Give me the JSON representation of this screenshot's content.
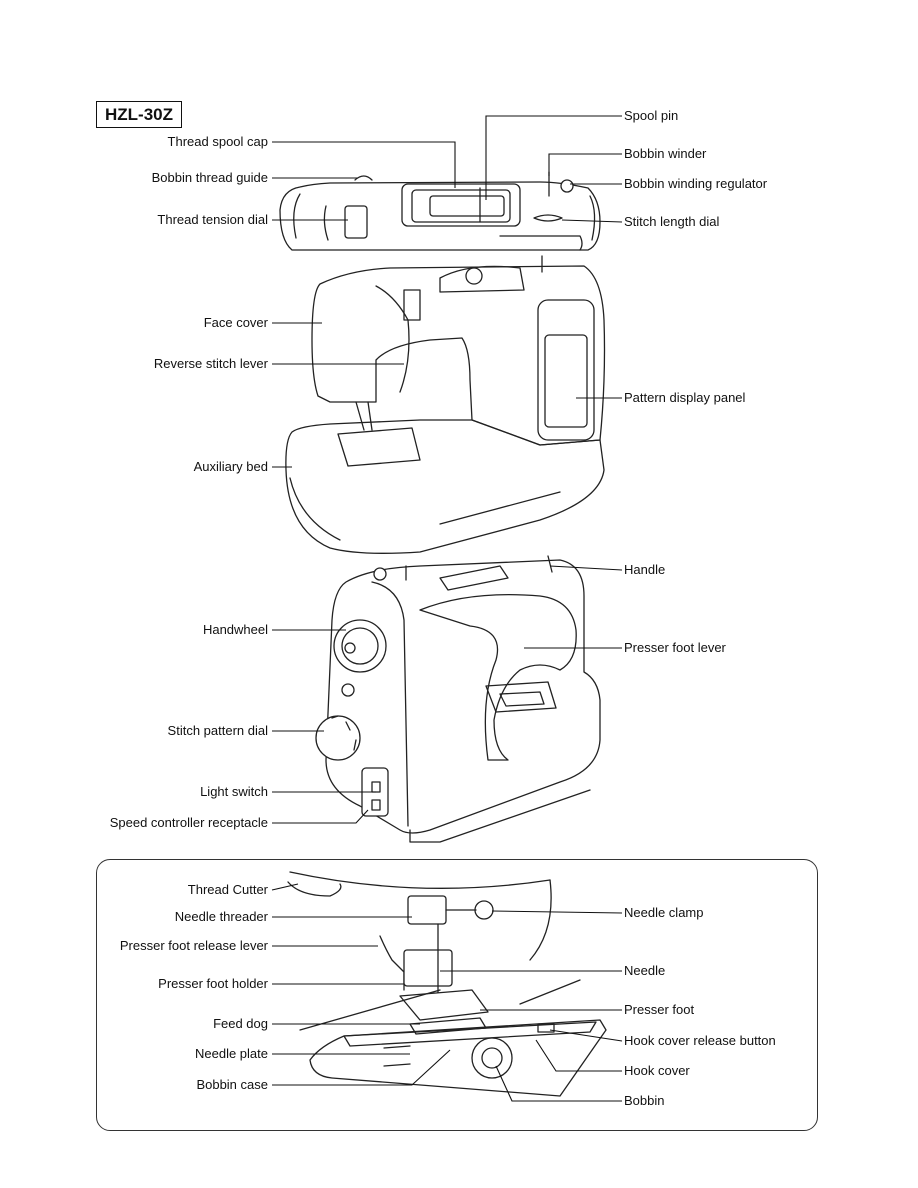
{
  "model": "HZL-30Z",
  "labels": {
    "thread_spool_cap": "Thread spool cap",
    "bobbin_thread_guide": "Bobbin thread guide",
    "thread_tension_dial": "Thread tension dial",
    "face_cover": "Face cover",
    "reverse_stitch_lever": "Reverse stitch lever",
    "auxiliary_bed": "Auxiliary bed",
    "handwheel": "Handwheel",
    "stitch_pattern_dial": "Stitch pattern dial",
    "light_switch": "Light switch",
    "speed_controller_receptacle": "Speed controller receptacle",
    "spool_pin": "Spool pin",
    "bobbin_winder": "Bobbin winder",
    "bobbin_winding_regulator": "Bobbin winding regulator",
    "stitch_length_dial": "Stitch length dial",
    "pattern_display_panel": "Pattern display panel",
    "handle": "Handle",
    "presser_foot_lever": "Presser foot lever"
  },
  "detail_labels": {
    "thread_cutter": "Thread Cutter",
    "needle_threader": "Needle threader",
    "presser_foot_release_lever": "Presser foot release lever",
    "presser_foot_holder": "Presser foot holder",
    "feed_dog": "Feed dog",
    "needle_plate": "Needle plate",
    "bobbin_case": "Bobbin case",
    "needle_clamp": "Needle clamp",
    "needle": "Needle",
    "presser_foot": "Presser foot",
    "hook_cover_release_button": "Hook cover release button",
    "hook_cover": "Hook cover",
    "bobbin": "Bobbin"
  }
}
